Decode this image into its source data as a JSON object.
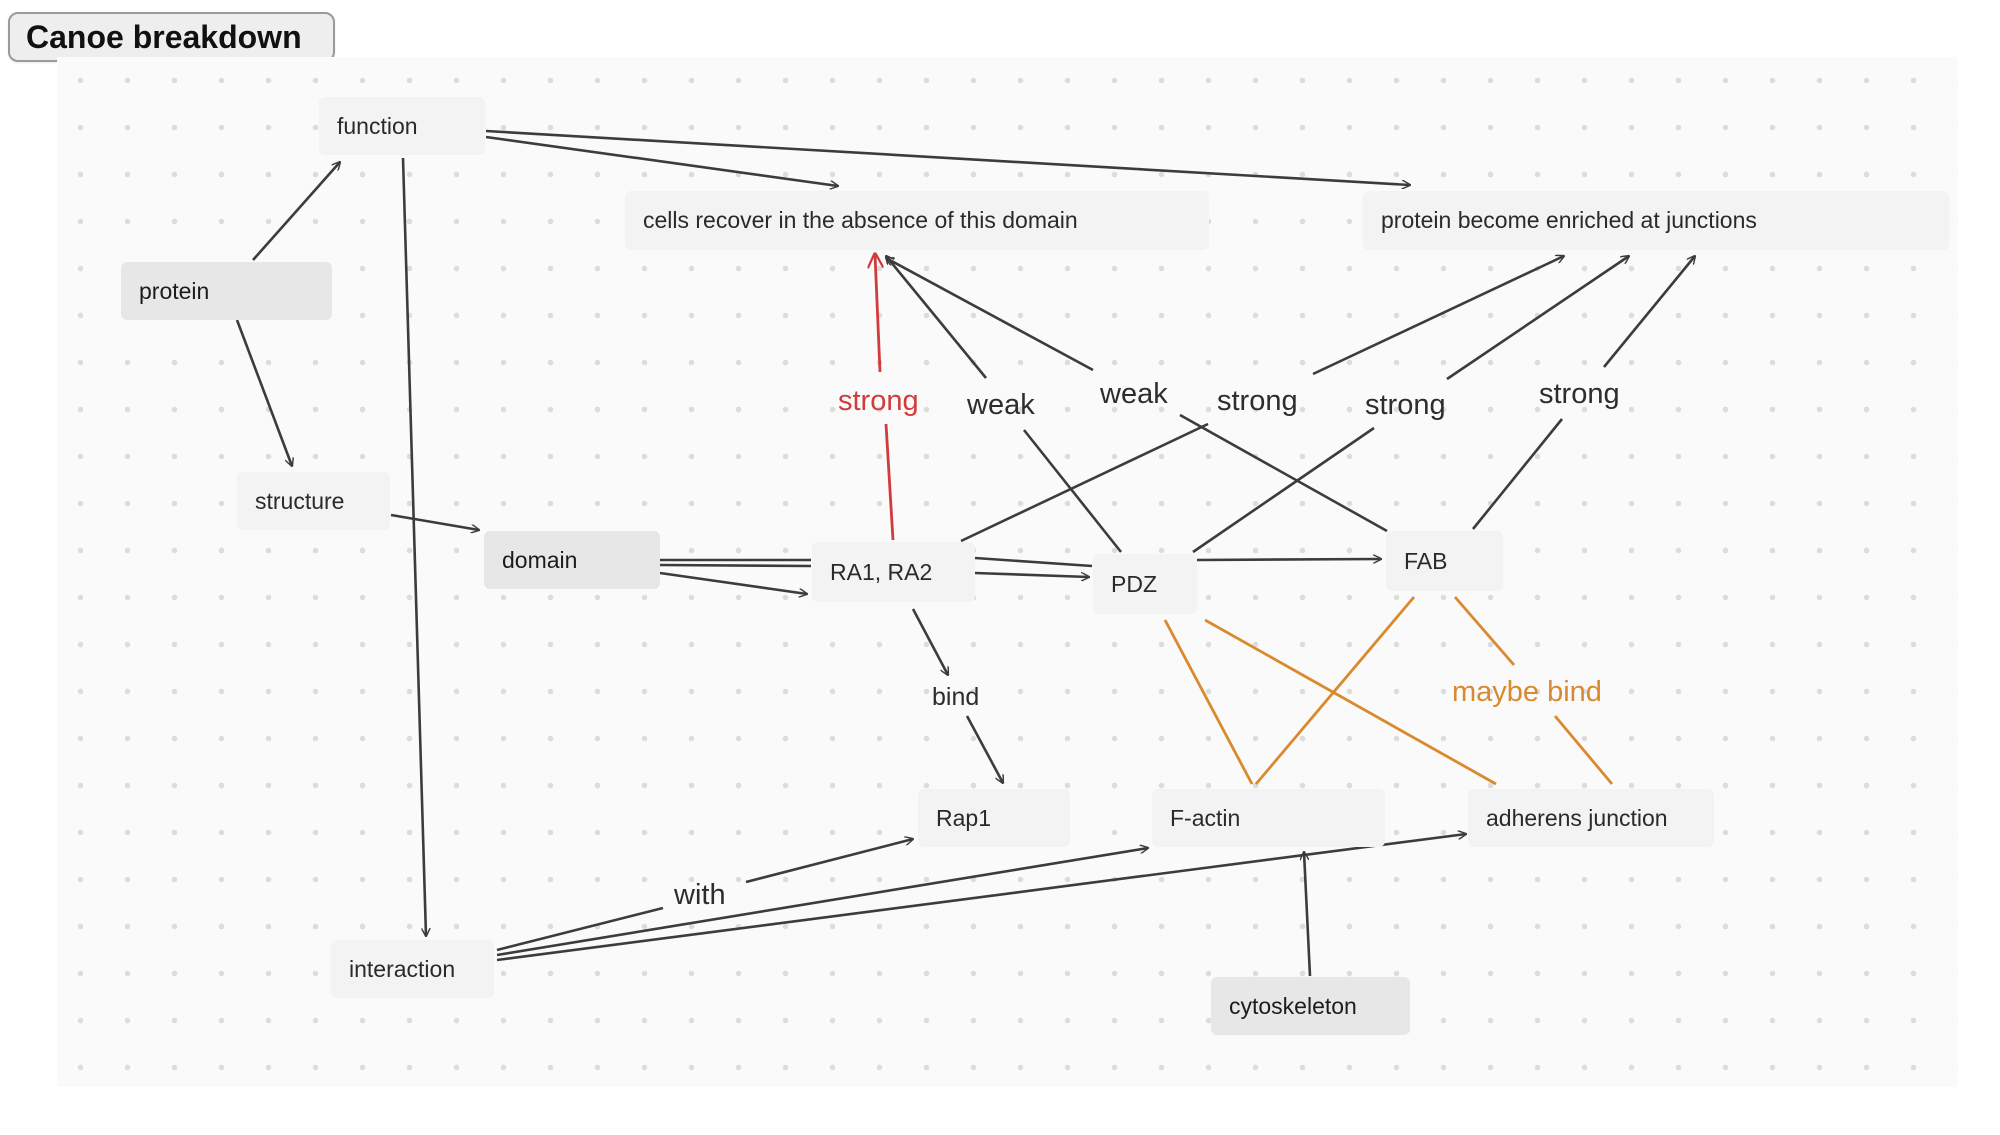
{
  "board": {
    "title": "Canoe breakdown"
  },
  "colors": {
    "edge_default": "#3c3c3c",
    "edge_strong_red": "#d23b3b",
    "edge_orange": "#d98a2e",
    "label_red": "#d23b3b",
    "label_orange": "#d98a2e"
  },
  "nodes": {
    "function": "function",
    "protein": "protein",
    "structure": "structure",
    "domain": "domain",
    "ra1_ra2": "RA1, RA2",
    "pdz": "PDZ",
    "fab": "FAB",
    "cells_recover": "cells recover in the absence of this domain",
    "protein_enriched": "protein become enriched at junctions",
    "rap1": "Rap1",
    "f_actin": "F-actin",
    "adherens_junction": "adherens junction",
    "interaction": "interaction",
    "cytoskeleton": "cytoskeleton"
  },
  "edge_labels": {
    "ra_strong": "strong",
    "weak_1": "weak",
    "weak_2": "weak",
    "strong_1": "strong",
    "strong_2": "strong",
    "strong_3": "strong",
    "bind": "bind",
    "maybe_bind": "maybe bind",
    "with": "with"
  }
}
